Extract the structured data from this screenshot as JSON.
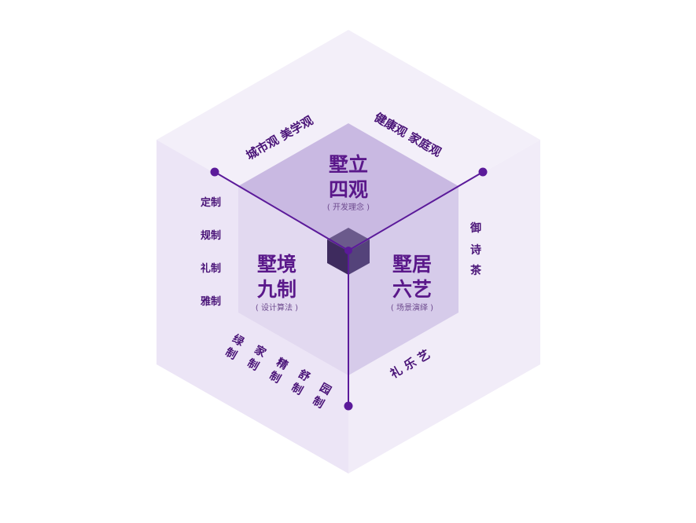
{
  "top_face": {
    "title_line1": "墅立",
    "title_line2": "四观",
    "subtitle": "( 开发理念 )",
    "labels_left": "城市观  美学观",
    "labels_right": "健康观  家庭观"
  },
  "left_face": {
    "title_line1": "墅境",
    "title_line2": "九制",
    "subtitle": "( 设计算法 )",
    "vertical_labels": [
      "定制",
      "规制",
      "礼制",
      "雅制"
    ],
    "bottom_columns": [
      {
        "top": "绿",
        "bottom": "制"
      },
      {
        "top": "家",
        "bottom": "制"
      },
      {
        "top": "精",
        "bottom": "制"
      },
      {
        "top": "舒",
        "bottom": "制"
      },
      {
        "top": "园",
        "bottom": "制"
      }
    ]
  },
  "right_face": {
    "title_line1": "墅居",
    "title_line2": "六艺",
    "subtitle": "( 场景演绎 )",
    "vertical_chars": [
      "御",
      "诗",
      "茶"
    ],
    "bottom_label": "礼 乐 艺"
  },
  "colors": {
    "accent": "#5a188a",
    "line": "#5b1a9a",
    "outer_face": "#efe9f8",
    "inner_top": "#c7b7e0",
    "inner_left": "#e4dcf1",
    "inner_right": "#d5c9ea",
    "center_cube": "#4a3570"
  }
}
